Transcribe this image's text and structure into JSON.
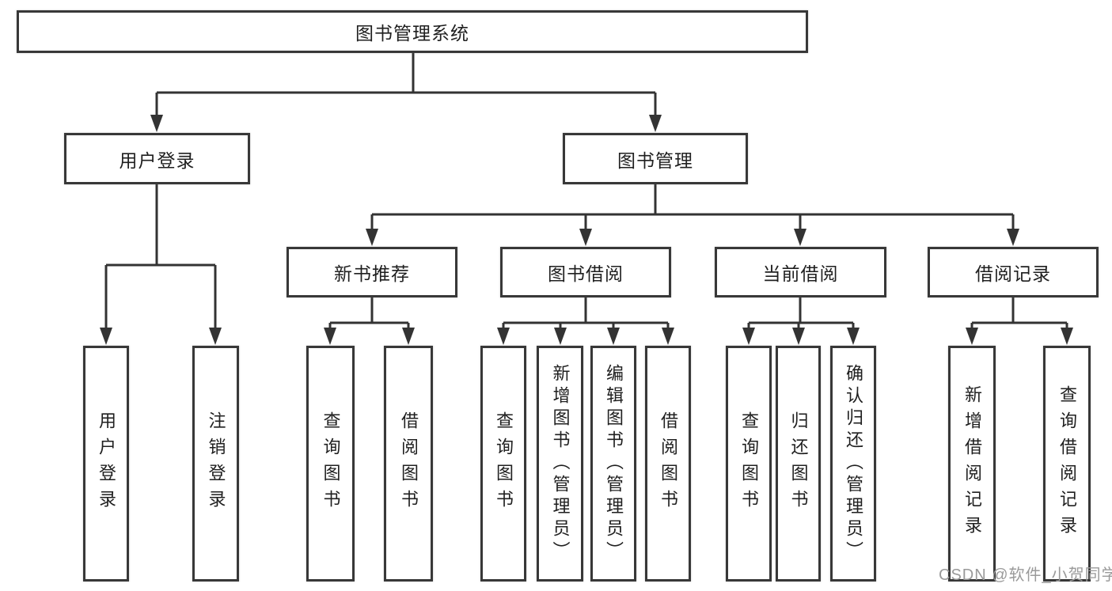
{
  "diagram": {
    "root": {
      "label": "图书管理系统"
    },
    "user_login": {
      "label": "用户登录"
    },
    "book_mgmt": {
      "label": "图书管理"
    },
    "level3": [
      {
        "label": "新书推荐"
      },
      {
        "label": "图书借阅"
      },
      {
        "label": "当前借阅"
      },
      {
        "label": "借阅记录"
      }
    ],
    "leaves_user": [
      {
        "label": "用户登录"
      },
      {
        "label": "注销登录"
      }
    ],
    "leaves_newbook": [
      {
        "label": "查询图书"
      },
      {
        "label": "借阅图书"
      }
    ],
    "leaves_borrow": [
      {
        "label": "查询图书"
      },
      {
        "label": "新增图书（管理员）"
      },
      {
        "label": "编辑图书（管理员）"
      },
      {
        "label": "借阅图书"
      }
    ],
    "leaves_current": [
      {
        "label": "查询图书"
      },
      {
        "label": "归还图书"
      },
      {
        "label": "确认归还（管理员）"
      }
    ],
    "leaves_records": [
      {
        "label": "新增借阅记录"
      },
      {
        "label": "查询借阅记录"
      }
    ]
  },
  "watermark": {
    "text": "CSDN @软件_小贺同学"
  },
  "colors": {
    "line": "#333333",
    "border": "#383838",
    "text": "#1f1f1f",
    "watermark": "#9a9a9a",
    "background": "#ffffff"
  }
}
